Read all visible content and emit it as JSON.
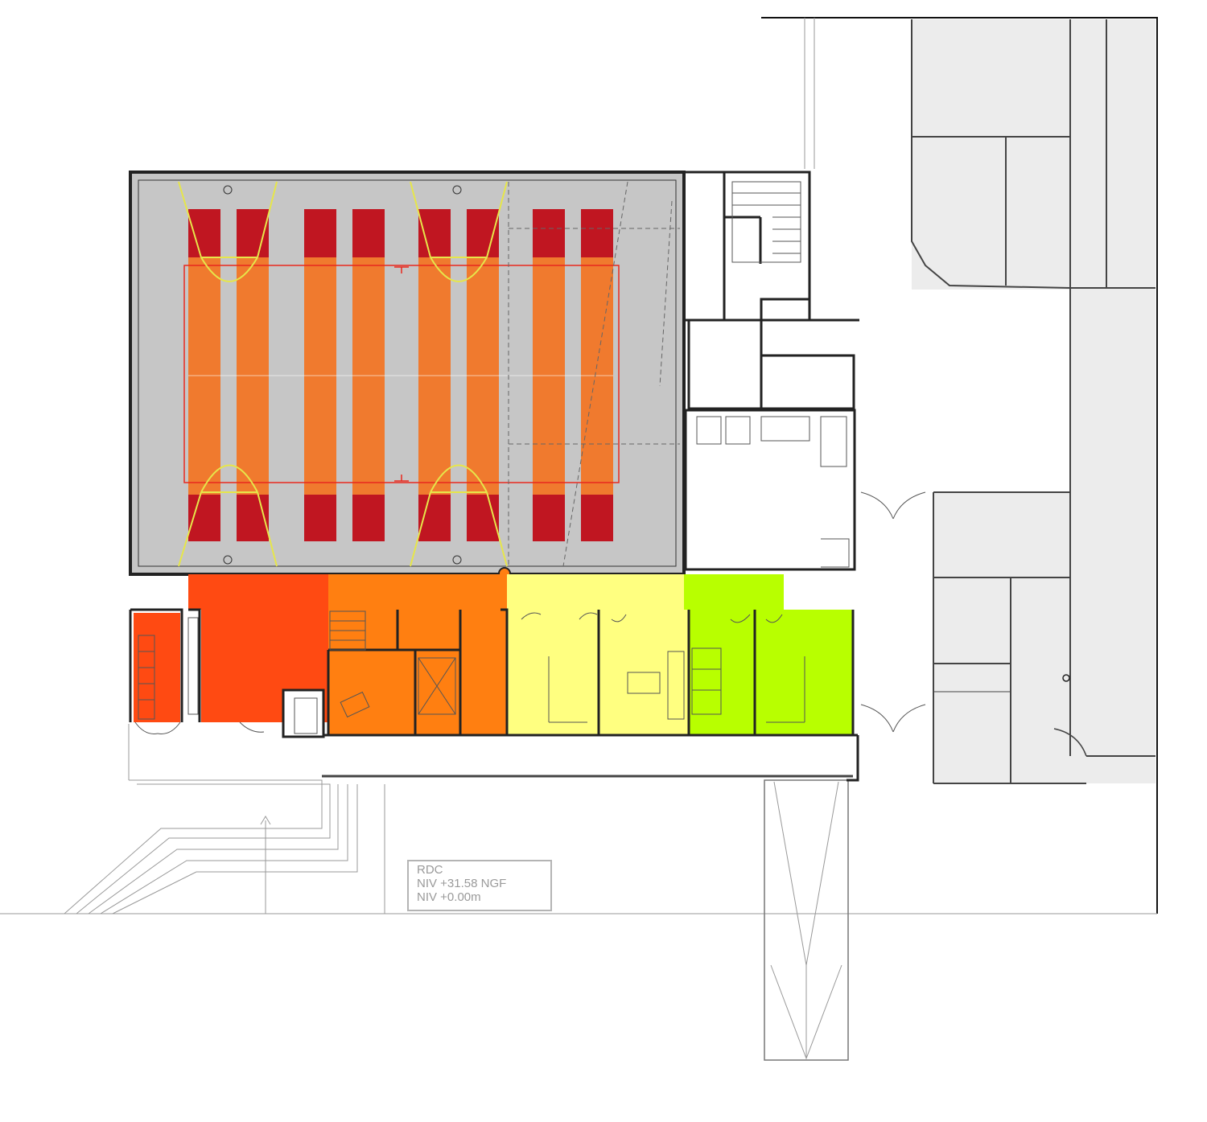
{
  "title_block": {
    "line1": "RDC",
    "line2": "NIV +31.58 NGF",
    "line3": "NIV +0.00m"
  },
  "colors": {
    "gym_floor": "#c6c6c6",
    "court_field": "#f07a2e",
    "court_end": "#c01621",
    "court_lines_yellow": "#e6e64a",
    "court_lines_red": "#e8281e",
    "zone_red_orange": "#ff4a12",
    "zone_orange": "#ff7f11",
    "zone_light_yellow": "#ffff80",
    "zone_lime": "#b8ff00",
    "existing_building": "#ececec",
    "walls": "#222222"
  },
  "icons": [
    "north-arrow-icon",
    "stair-icon",
    "door-swing-icon",
    "column-icon"
  ]
}
